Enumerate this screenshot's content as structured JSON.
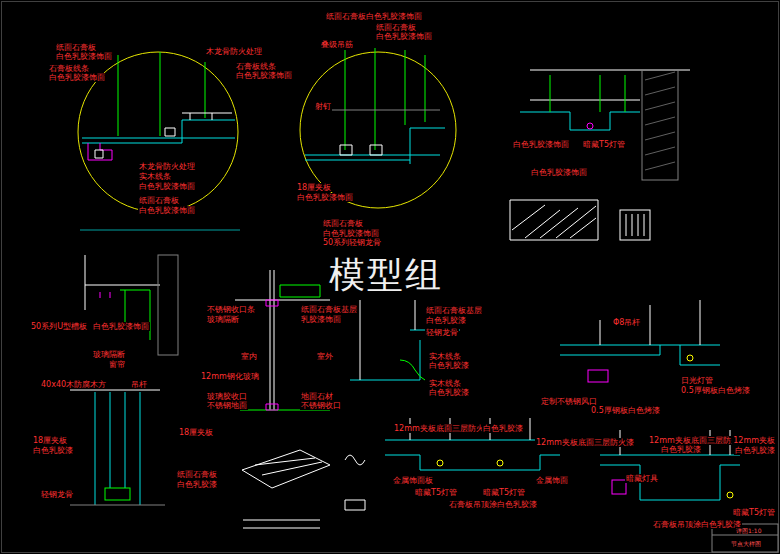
{
  "diagram": {
    "labels": [
      "纸面石膏板",
      "白色乳胶漆饰面",
      "石膏板线条",
      "白色乳胶漆饰面",
      "木龙骨防火处理",
      "石膏板线条",
      "白色乳胶漆饰面",
      "木龙骨防火处理",
      "实木线条",
      "白色乳胶漆饰面",
      "纸面石膏板",
      "白色乳胶漆饰面",
      "纸面石膏板白色乳胶漆饰面",
      "纸面石膏板",
      "白色乳胶漆饰面",
      "叠级吊筋",
      "射钉",
      "18厘夹板",
      "白色乳胶漆饰面",
      "纸面石膏板",
      "白色乳胶漆饰面",
      "50系列轻钢龙骨",
      "白色乳胶漆饰面",
      "暗藏T5灯管",
      "白色乳胶漆饰面",
      "模型组",
      "50系列U型槽板",
      "白色乳胶漆饰面",
      "玻璃隔断",
      "窗帘",
      "40x40木防腐木方",
      "吊杆",
      "18厘夹板",
      "白色乳胶漆",
      "18厘夹板",
      "纸面石膏板",
      "白色乳胶漆",
      "轻钢龙骨",
      "不锈钢收口条",
      "玻璃隔断",
      "室内",
      "室外",
      "12mm钢化玻璃",
      "玻璃胶收口",
      "不锈钢地面",
      "地面石材",
      "不锈钢收口",
      "纸面石膏板基层",
      "乳胶漆饰面",
      "纸面石膏板基层",
      "白色乳胶漆",
      "轻钢龙骨",
      "实木线条",
      "白色乳胶漆",
      "实木线条",
      "白色乳胶漆",
      "Φ8吊杆",
      "日光灯管",
      "0.5厚钢板白色烤漆",
      "定制不锈钢风口",
      "0.5厚钢板白色烤漆",
      "12mm夹板底面三层防火漆",
      "白色乳胶漆",
      "12mm夹板底面三层防火漆",
      "金属饰面板",
      "暗藏T5灯管",
      "暗藏T5灯管",
      "金属饰面",
      "石膏板吊顶涂白色乳胶漆",
      "12mm夹板底面三层防火漆",
      "白色乳胶漆",
      "12mm夹板",
      "白色乳胶漆",
      "暗藏灯具",
      "暗藏T5灯管",
      "石膏板吊顶涂白色乳胶漆",
      "详图1:10",
      "节点大样图"
    ]
  }
}
